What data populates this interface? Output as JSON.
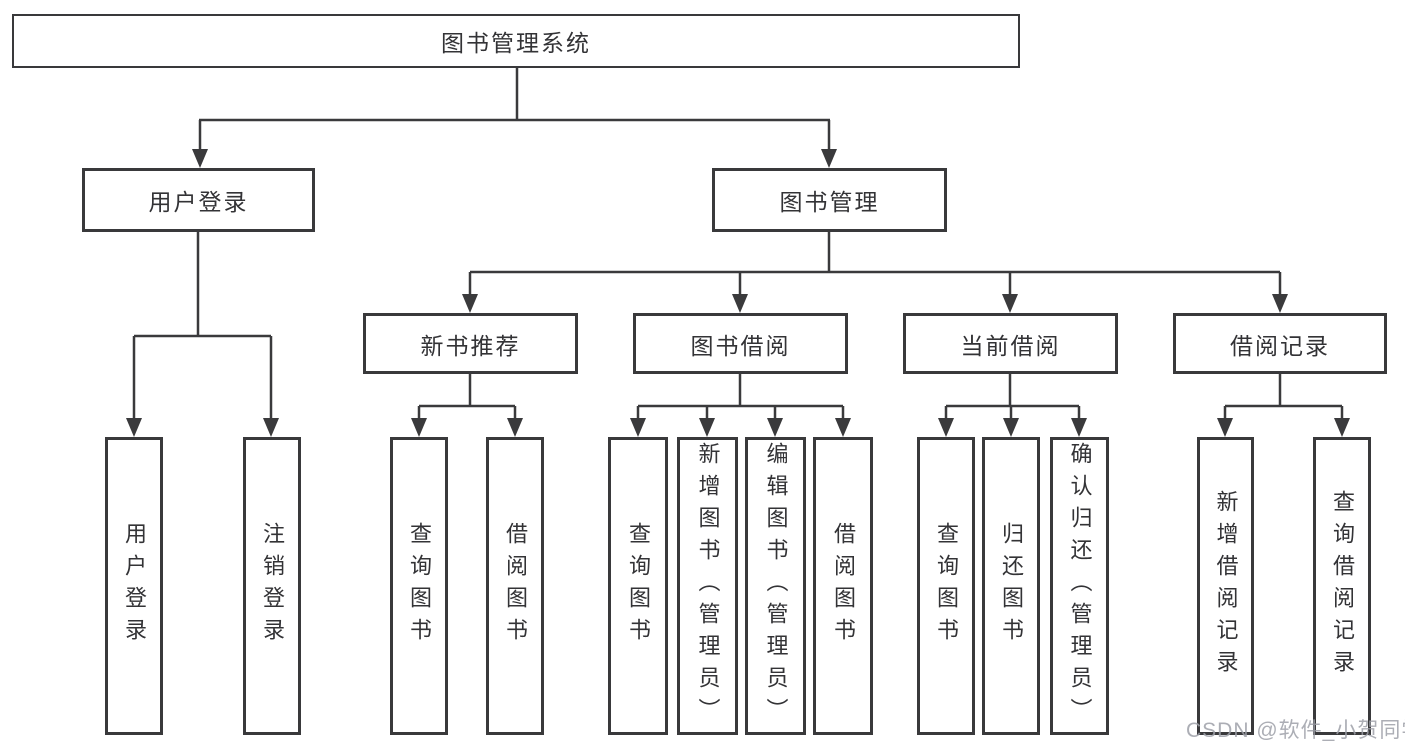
{
  "tree": {
    "root": {
      "label": "图书管理系统"
    },
    "level2": [
      {
        "label": "用户登录"
      },
      {
        "label": "图书管理"
      }
    ],
    "level3": [
      {
        "label": "新书推荐"
      },
      {
        "label": "图书借阅"
      },
      {
        "label": "当前借阅"
      },
      {
        "label": "借阅记录"
      }
    ],
    "leaves": {
      "user_login": [
        {
          "label": "用户登录"
        },
        {
          "label": "注销登录"
        }
      ],
      "new_book_recommend": [
        {
          "label": "查询图书"
        },
        {
          "label": "借阅图书"
        }
      ],
      "book_borrow": [
        {
          "label": "查询图书"
        },
        {
          "label": "新增图书（管理员）"
        },
        {
          "label": "编辑图书（管理员）"
        },
        {
          "label": "借阅图书"
        }
      ],
      "current_borrow": [
        {
          "label": "查询图书"
        },
        {
          "label": "归还图书"
        },
        {
          "label": "确认归还（管理员）"
        }
      ],
      "borrow_records": [
        {
          "label": "新增借阅记录"
        },
        {
          "label": "查询借阅记录"
        }
      ]
    }
  },
  "watermark": "CSDN @软件_小贺同学",
  "colors": {
    "line": "#3a3a3c",
    "border": "#39393b",
    "text": "#333336",
    "background": "#ffffff",
    "watermark": "#9ea0a8"
  }
}
